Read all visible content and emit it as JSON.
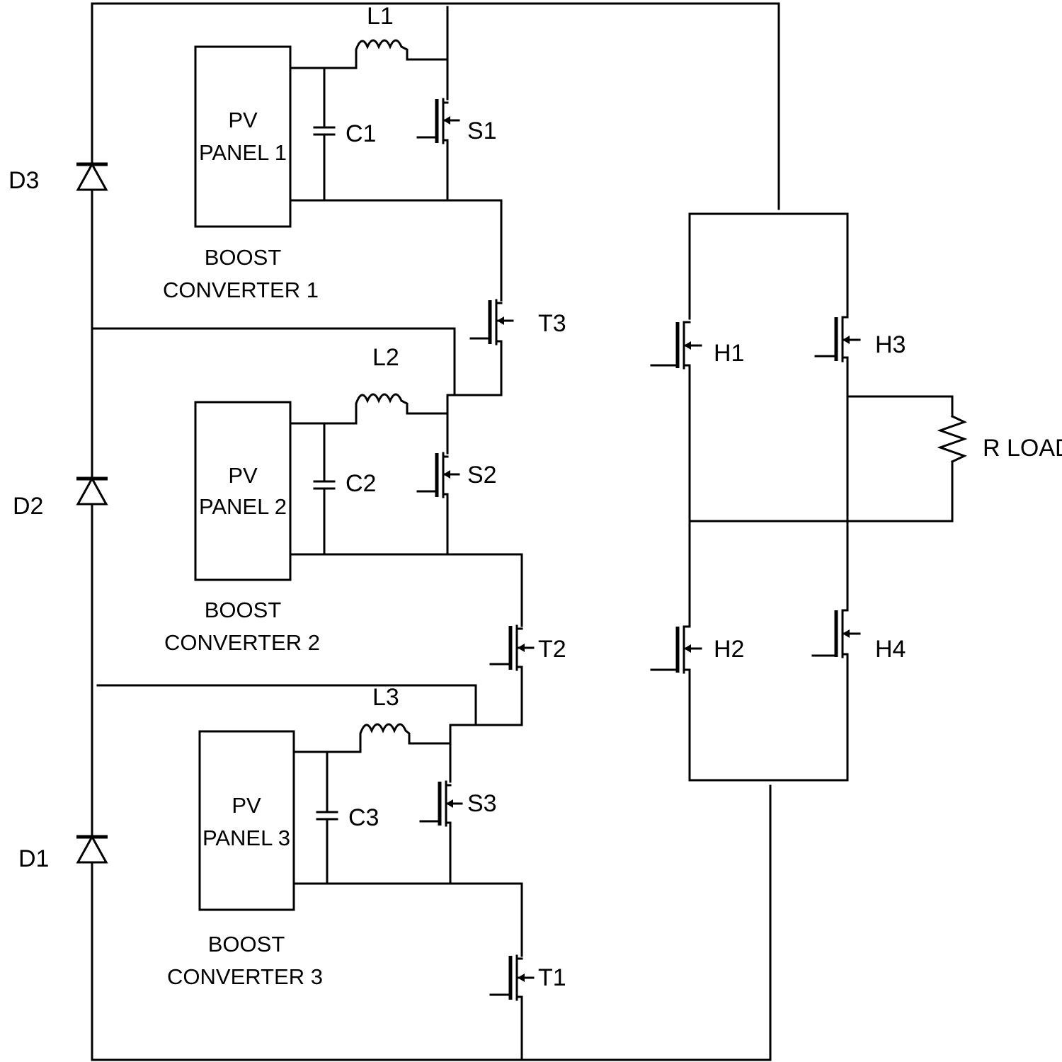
{
  "panels": [
    {
      "line1": "PV",
      "line2": "PANEL 1",
      "caption1": "BOOST",
      "caption2": "CONVERTER 1"
    },
    {
      "line1": "PV",
      "line2": "PANEL 2",
      "caption1": "BOOST",
      "caption2": "CONVERTER 2"
    },
    {
      "line1": "PV",
      "line2": "PANEL 3",
      "caption1": "BOOST",
      "caption2": "CONVERTER 3"
    }
  ],
  "labels": {
    "L1": "L1",
    "L2": "L2",
    "L3": "L3",
    "C1": "C1",
    "C2": "C2",
    "C3": "C3",
    "S1": "S1",
    "S2": "S2",
    "S3": "S3",
    "T1": "T1",
    "T2": "T2",
    "T3": "T3",
    "D1": "D1",
    "D2": "D2",
    "D3": "D3",
    "H1": "H1",
    "H2": "H2",
    "H3": "H3",
    "H4": "H4",
    "load": "R LOAD"
  }
}
